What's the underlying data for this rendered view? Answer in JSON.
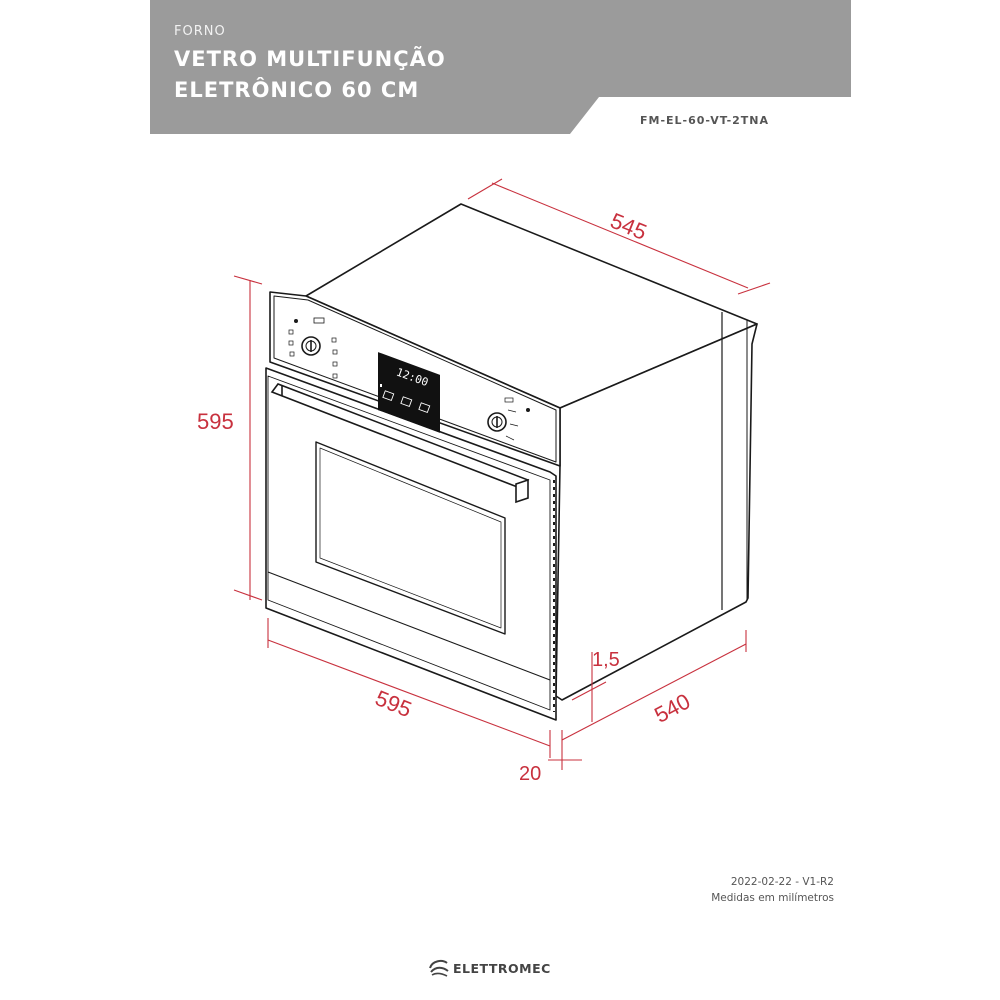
{
  "header": {
    "category": "FORNO",
    "title_line1": "VETRO MULTIFUNÇÃO",
    "title_line2": "ELETRÔNICO 60 CM",
    "model_code": "FM-EL-60-VT-2TNA",
    "band_color": "#9b9b9b"
  },
  "drawing": {
    "display_time": "12:00",
    "dimension_color": "#c8313e",
    "dimensions": {
      "depth_top": "545",
      "height": "595",
      "width": "595",
      "depth_bottom": "540",
      "panel_gap": "1,5",
      "door_thickness": "20"
    }
  },
  "footer": {
    "version": "2022-02-22 - V1-R2",
    "units": "Medidas em milímetros",
    "brand": "ELETTROMEC"
  }
}
